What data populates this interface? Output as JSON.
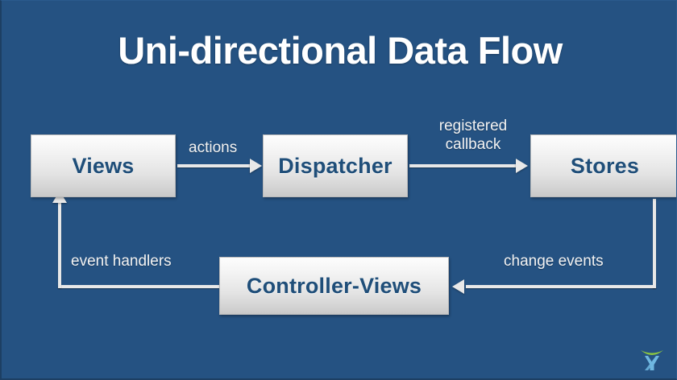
{
  "slide": {
    "title": "Uni-directional Data Flow",
    "background_color": "#255282",
    "node_fill_top": "#fdfdfd",
    "node_fill_bottom": "#c9c9c9",
    "node_text_color": "#1f4e79",
    "connector_color": "#e8e8e8",
    "label_color": "#f2f2f2"
  },
  "nodes": {
    "views": "Views",
    "dispatcher": "Dispatcher",
    "stores": "Stores",
    "controller_views": "Controller-Views"
  },
  "edges": {
    "actions": "actions",
    "registered_callback": "registered\ncallback",
    "event_handlers": "event handlers",
    "change_events": "change events"
  },
  "logo": {
    "name": "x-swoosh-logo",
    "arc_color": "#8cc63f",
    "mark_color": "#6fb7e0"
  }
}
